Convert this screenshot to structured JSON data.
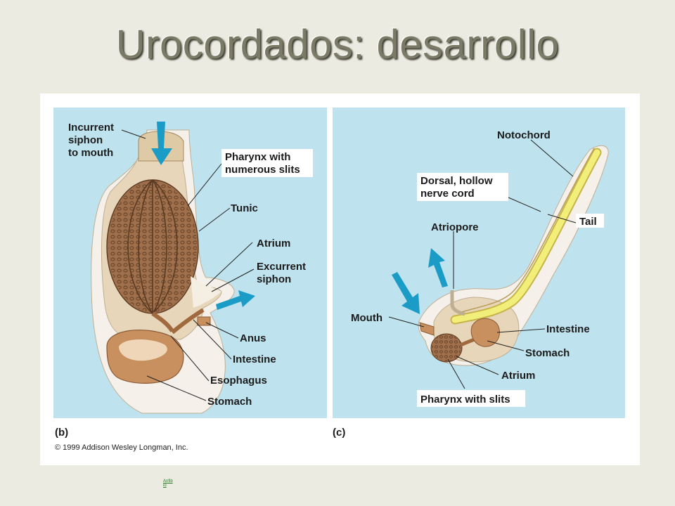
{
  "slide": {
    "title": "Urocordados: desarrollo",
    "footer_link": "Anf​ibi​o"
  },
  "figure": {
    "panel_b": {
      "tag": "(b)",
      "labels": {
        "incurrent_1": "Incurrent",
        "incurrent_2": "siphon",
        "incurrent_3": "to mouth",
        "pharynx_1": "Pharynx with",
        "pharynx_2": "numerous slits",
        "tunic": "Tunic",
        "atrium": "Atrium",
        "excurrent_1": "Excurrent",
        "excurrent_2": "siphon",
        "anus": "Anus",
        "intestine": "Intestine",
        "esophagus": "Esophagus",
        "stomach": "Stomach"
      }
    },
    "panel_c": {
      "tag": "(c)",
      "labels": {
        "notochord": "Notochord",
        "nerve_1": "Dorsal, hollow",
        "nerve_2": "nerve cord",
        "tail": "Tail",
        "atriopore": "Atriopore",
        "mouth": "Mouth",
        "intestine": "Intestine",
        "stomach": "Stomach",
        "atrium": "Atrium",
        "pharynx": "Pharynx with slits"
      }
    },
    "copyright": "© 1999 Addison Wesley Longman, Inc.",
    "colors": {
      "panel_bg": "#bfe3ee",
      "tunic": "#f5f1ea",
      "body": "#e7d6b9",
      "pharynx": "#a0704c",
      "organ": "#c8905e",
      "arrow": "#1b9cc6",
      "notochord": "#f2ee7a"
    }
  }
}
